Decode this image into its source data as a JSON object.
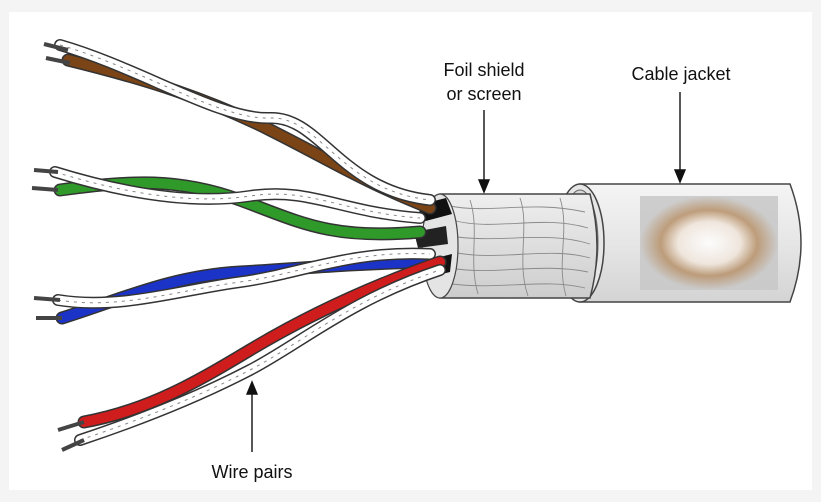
{
  "labels": {
    "foil_line1": "Foil shield",
    "foil_line2": "or screen",
    "jacket": "Cable jacket",
    "wire_pairs": "Wire pairs"
  },
  "colors": {
    "brown": "#7a4416",
    "green": "#2f9a2a",
    "blue": "#1c33c8",
    "red": "#cf1c1c",
    "white_wire": "#ffffff",
    "outline": "#333333",
    "foil": "#e2e2e2",
    "jacket": "#e9e9e9"
  },
  "wire_pairs": [
    {
      "name": "brown",
      "color": "#7a4416"
    },
    {
      "name": "green",
      "color": "#2f9a2a"
    },
    {
      "name": "blue",
      "color": "#1c33c8"
    },
    {
      "name": "red",
      "color": "#cf1c1c"
    }
  ]
}
